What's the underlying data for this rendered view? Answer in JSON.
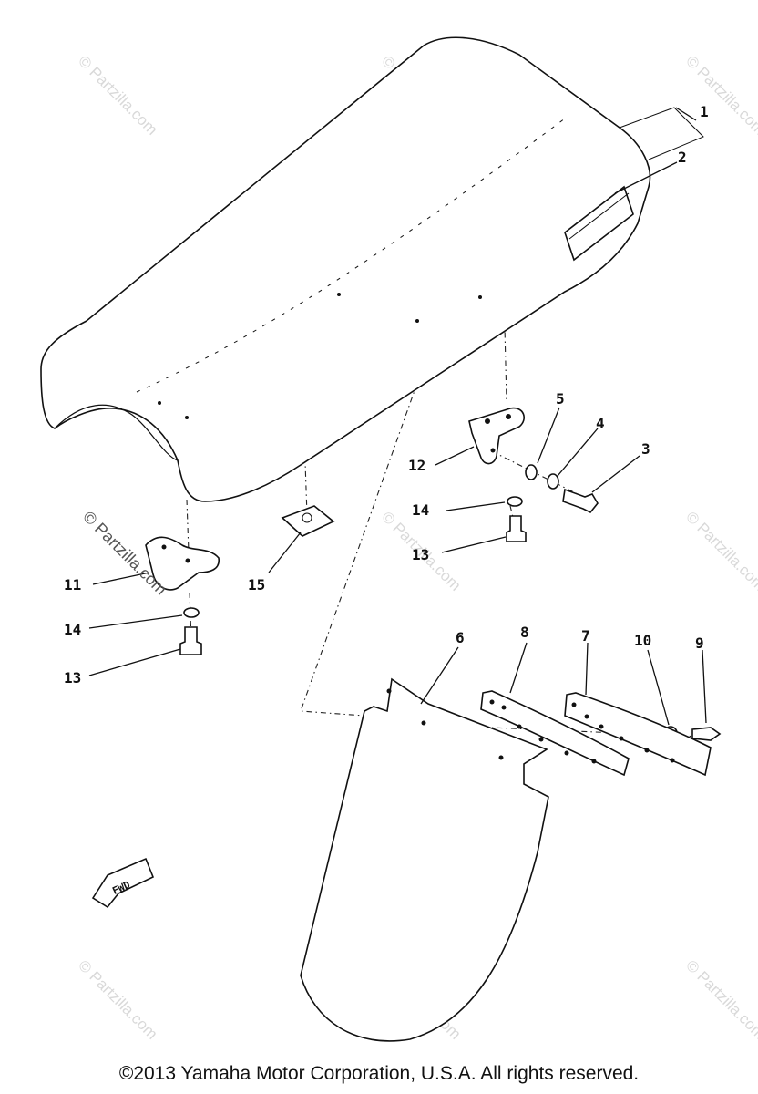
{
  "diagram": {
    "parts": [
      "1",
      "2",
      "3",
      "4",
      "5",
      "6",
      "7",
      "8",
      "9",
      "10",
      "11",
      "12",
      "13",
      "13",
      "14",
      "14",
      "15"
    ],
    "watermark_text": "© Partzilla.com",
    "direction_badge": "FWD"
  },
  "footer": {
    "copyright": "©2013  Yamaha Motor Corporation, U.S.A. All rights reserved."
  }
}
